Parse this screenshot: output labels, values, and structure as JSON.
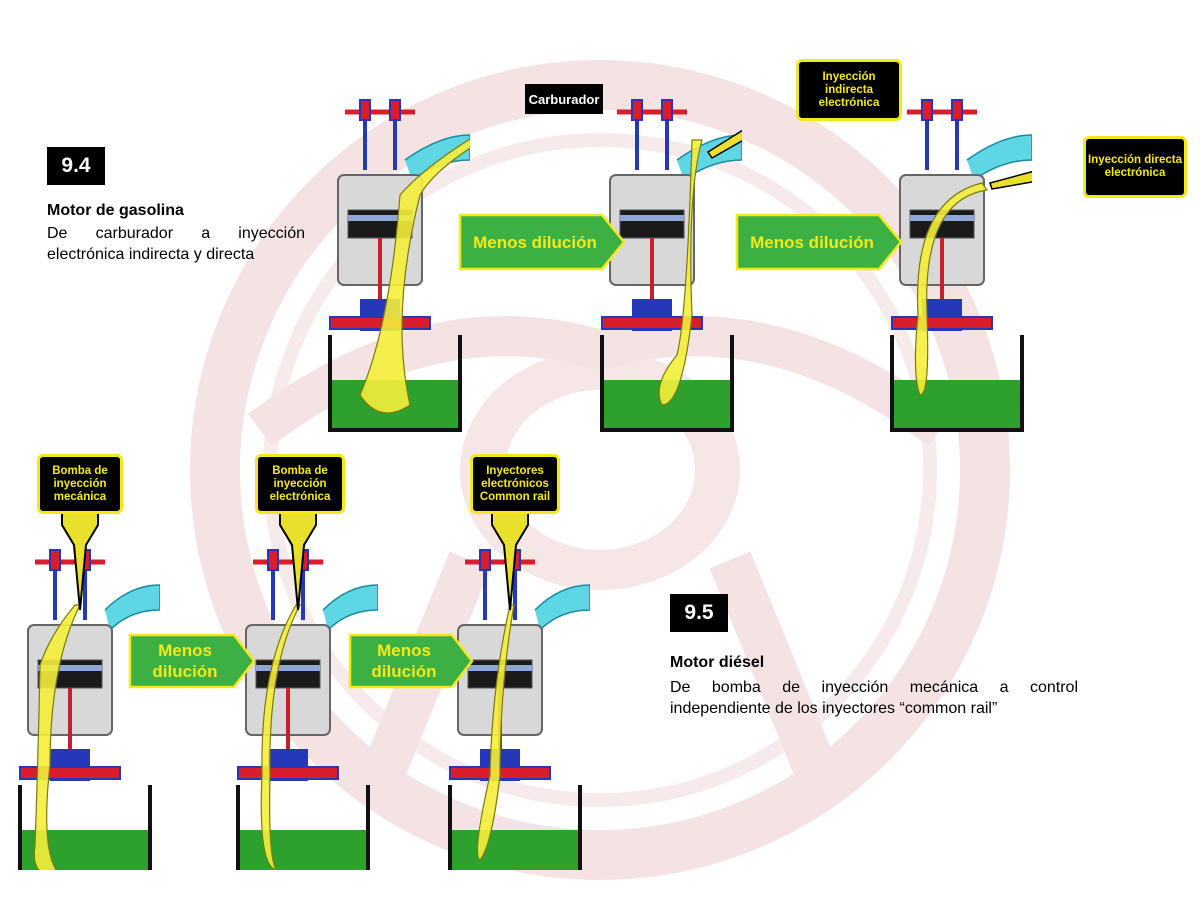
{
  "gasoline": {
    "badge": "9.4",
    "title": "Motor de gasolina",
    "description": "De carburador a inyección electrónica indirecta y directa",
    "labels": {
      "carburetor": "Carburador",
      "indirect": "Inyección indirecta electrónica",
      "direct": "Inyección directa electrónica"
    },
    "arrow_1": "Menos dilución",
    "arrow_2": "Menos dilución"
  },
  "diesel": {
    "badge": "9.5",
    "title": "Motor diésel",
    "description": "De bomba de inyección mecánica a control independiente de los inyectores “common rail”",
    "labels": {
      "mechanical": "Bomba de inyección mecánica",
      "electronic": "Bomba de inyección electrónica",
      "common_rail": "Inyectores electrónicos Common rail"
    },
    "arrow_1": "Menos dilución",
    "arrow_2": "Menos dilución"
  },
  "colors": {
    "arrow_fill": "#3cb043",
    "arrow_text": "#f4e81a",
    "fuel": "#f4ee3a",
    "oil": "#2ea02e",
    "watermark": "#f3dede"
  }
}
